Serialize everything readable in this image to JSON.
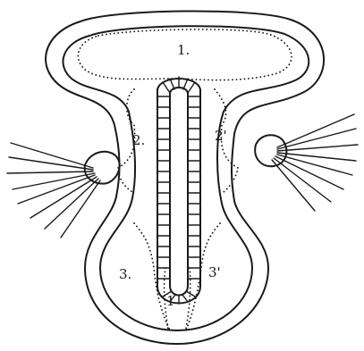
{
  "figure": {
    "labels": {
      "region_1_top": "1.",
      "region_2_left": "2.",
      "region_2_right": "2'",
      "region_3_left": "3.",
      "region_3_right": "3'",
      "region_1_bottom": "1"
    }
  }
}
